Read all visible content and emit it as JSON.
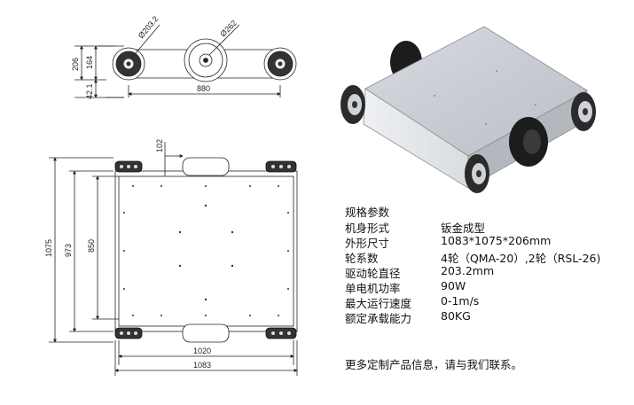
{
  "front_view": {
    "dims": {
      "d_omni": "Ø203.2",
      "d_drive": "Ø262",
      "h_total": "206",
      "h_body": "164",
      "h_clear": "42.1",
      "w_wheelbase": "880"
    }
  },
  "top_view": {
    "dims": {
      "w_offset": "102",
      "l_total": "1075",
      "l_973": "973",
      "l_850": "850",
      "w_1020": "1020",
      "w_1083": "1083"
    }
  },
  "specs": {
    "title": "规格参数",
    "rows": [
      {
        "key": "机身形式",
        "value": "钣金成型"
      },
      {
        "key": "外形尺寸",
        "value": "1083*1075*206mm"
      },
      {
        "key": "轮系数",
        "value": "4轮（QMA-20）,2轮（RSL-26)"
      },
      {
        "key": "驱动轮直径",
        "value": "203.2mm"
      },
      {
        "key": "单电机功率",
        "value": "90W"
      },
      {
        "key": "最大运行速度",
        "value": "0-1m/s"
      },
      {
        "key": "额定承载能力",
        "value": "80KG"
      }
    ],
    "note": "更多定制产品信息，请与我们联系。"
  },
  "colors": {
    "line": "#222222",
    "body_gray": "#c8ccd2",
    "wheel_dark": "#1c1c1c"
  }
}
